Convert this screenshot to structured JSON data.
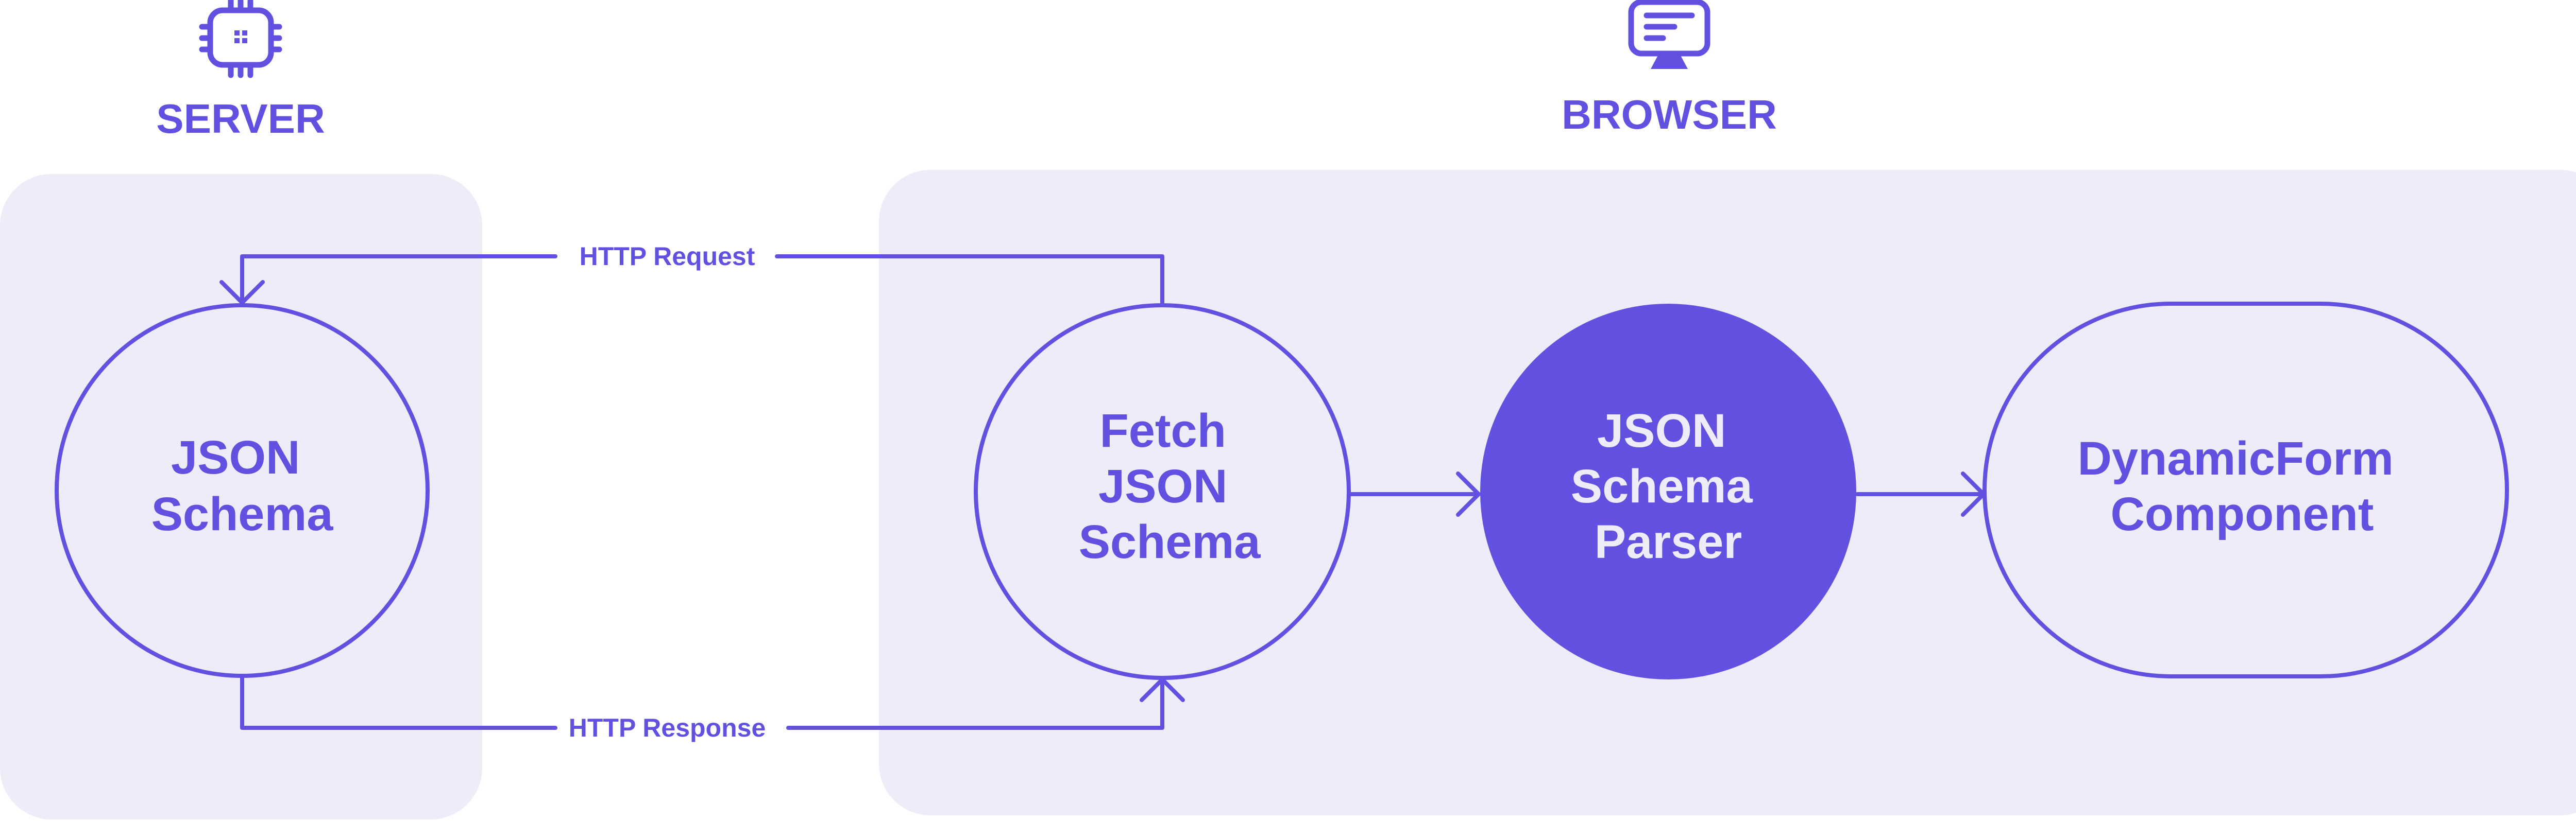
{
  "colors": {
    "accent": "#6251E1",
    "panel": "#EEECF9",
    "background": "#FFFFFF",
    "node_text_on_fill": "#EEECF9"
  },
  "zones": {
    "server": {
      "label": "SERVER",
      "icon": "cpu-chip-icon"
    },
    "browser": {
      "label": "BROWSER",
      "icon": "monitor-icon"
    }
  },
  "nodes": {
    "json_schema": {
      "line1": "JSON",
      "line2": "Schema"
    },
    "fetch_schema": {
      "line1": "Fetch",
      "line2": "JSON",
      "line3": "Schema"
    },
    "schema_parser": {
      "line1": "JSON",
      "line2": "Schema",
      "line3": "Parser"
    },
    "dynamic_form": {
      "line1": "DynamicForm",
      "line2": "Component"
    }
  },
  "edges": {
    "request": {
      "label": "HTTP Request"
    },
    "response": {
      "label": "HTTP Response"
    }
  }
}
